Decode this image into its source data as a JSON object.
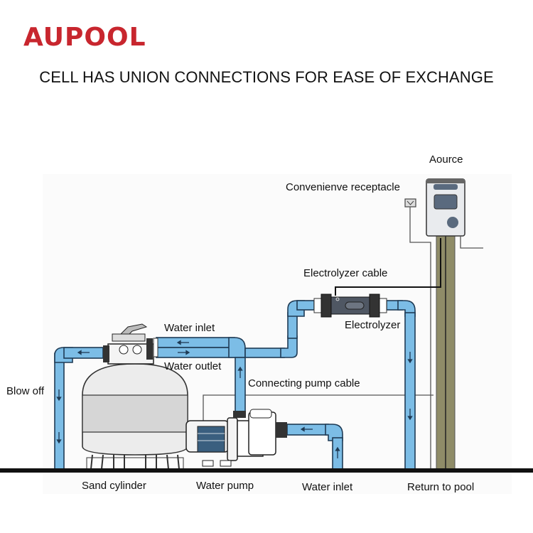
{
  "brand": {
    "name": "AUPOOL",
    "color": "#c8262e"
  },
  "headline": "CELL HAS UNION CONNECTIONS FOR EASE OF EXCHANGE",
  "colors": {
    "pipe": "#7cbde6",
    "pipe_stroke": "#1f3b55",
    "post": "#8f8c68",
    "ground": "#111111",
    "tank": "#e6e6e6",
    "tank_band": "#d2d2d2"
  },
  "labels": {
    "source": "Aource",
    "receptacle": "Convenienve receptacle",
    "electrolyzer_cable": "Electrolyzer cable",
    "electrolyzer": "Electrolyzer",
    "water_inlet_top": "Water inlet",
    "water_outlet": "Water outlet",
    "connecting_pump_cable": "Connecting pump cable",
    "blow_off": "Blow off",
    "sand_cylinder": "Sand cylinder",
    "water_pump": "Water pump",
    "water_inlet_bottom": "Water inlet",
    "return_to_pool": "Return to pool"
  }
}
